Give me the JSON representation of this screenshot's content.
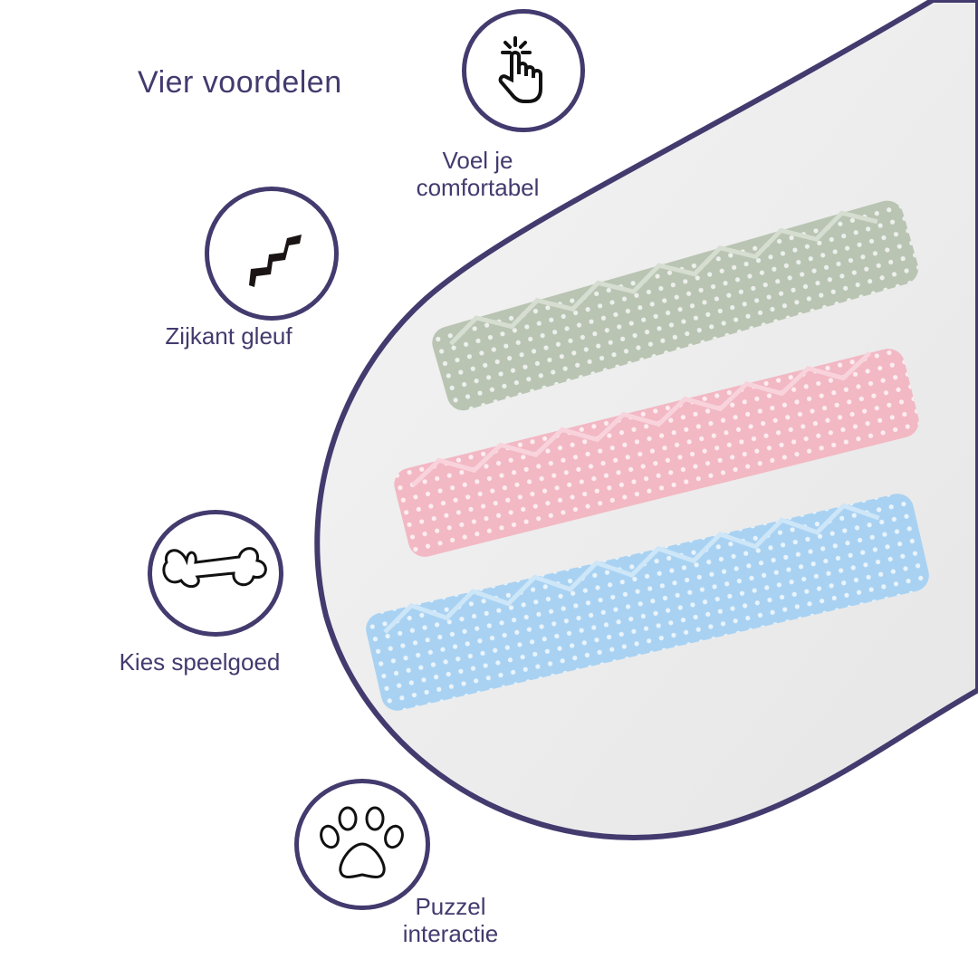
{
  "title": "Vier voordelen",
  "features": [
    {
      "icon": "tap-hand-icon",
      "label_line1": "Voel je",
      "label_line2": "comfortabel"
    },
    {
      "icon": "zigzag-slot-icon",
      "label": "Zijkant gleuf"
    },
    {
      "icon": "bone-icon",
      "label": "Kies speelgoed"
    },
    {
      "icon": "paw-icon",
      "label_line1": "Puzzel",
      "label_line2": "interactie"
    }
  ],
  "colors": {
    "accent": "#433a6e",
    "panel": "#ededed",
    "toy_green": "#b9c4b3",
    "toy_pink": "#f2b8c4",
    "toy_blue": "#a9d2f2"
  }
}
